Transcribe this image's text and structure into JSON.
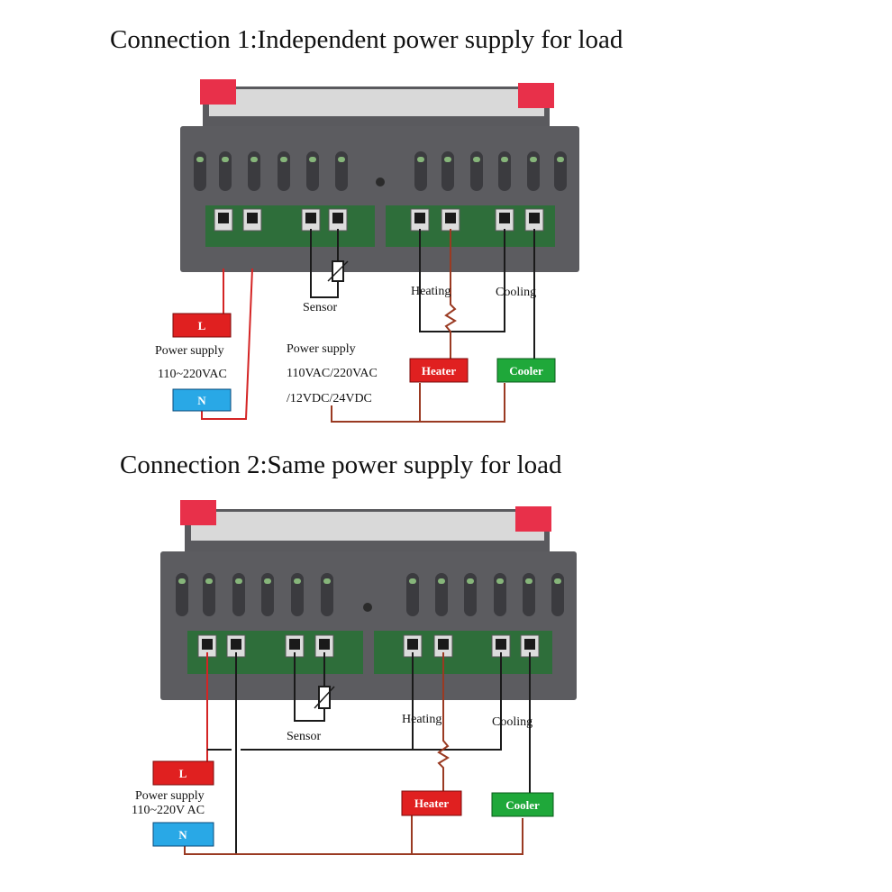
{
  "colors": {
    "housing": "#5c5c60",
    "housing_dark": "#46464a",
    "screen": "#d9d9d9",
    "clip": "#e8304a",
    "vent": "#3b3b3f",
    "vent_glow": "#9ad48a",
    "terminal_block": "#2e6e3a",
    "wire_red": "#d42424",
    "wire_black": "#1a1a1a",
    "wire_brown": "#9a3a22",
    "box_red": "#e02020",
    "box_blue": "#29a8e6",
    "box_green": "#1fa83a"
  },
  "diagrams": [
    {
      "title": "Connection 1:Independent power supply for load",
      "sensor_label": "Sensor",
      "heating_label": "Heating",
      "cooling_label": "Cooling",
      "l_box": "L",
      "n_box": "N",
      "power_label_1": "Power supply",
      "power_label_2": "110~220VAC",
      "load_power_1": "Power supply",
      "load_power_2": "110VAC/220VAC",
      "load_power_3": "/12VDC/24VDC",
      "heater_box": "Heater",
      "cooler_box": "Cooler"
    },
    {
      "title": "Connection 2:Same power supply for load",
      "sensor_label": "Sensor",
      "heating_label": "Heating",
      "cooling_label": "Cooling",
      "l_box": "L",
      "n_box": "N",
      "power_label_1": "Power supply",
      "power_label_2": "110~220V AC",
      "heater_box": "Heater",
      "cooler_box": "Cooler"
    }
  ]
}
